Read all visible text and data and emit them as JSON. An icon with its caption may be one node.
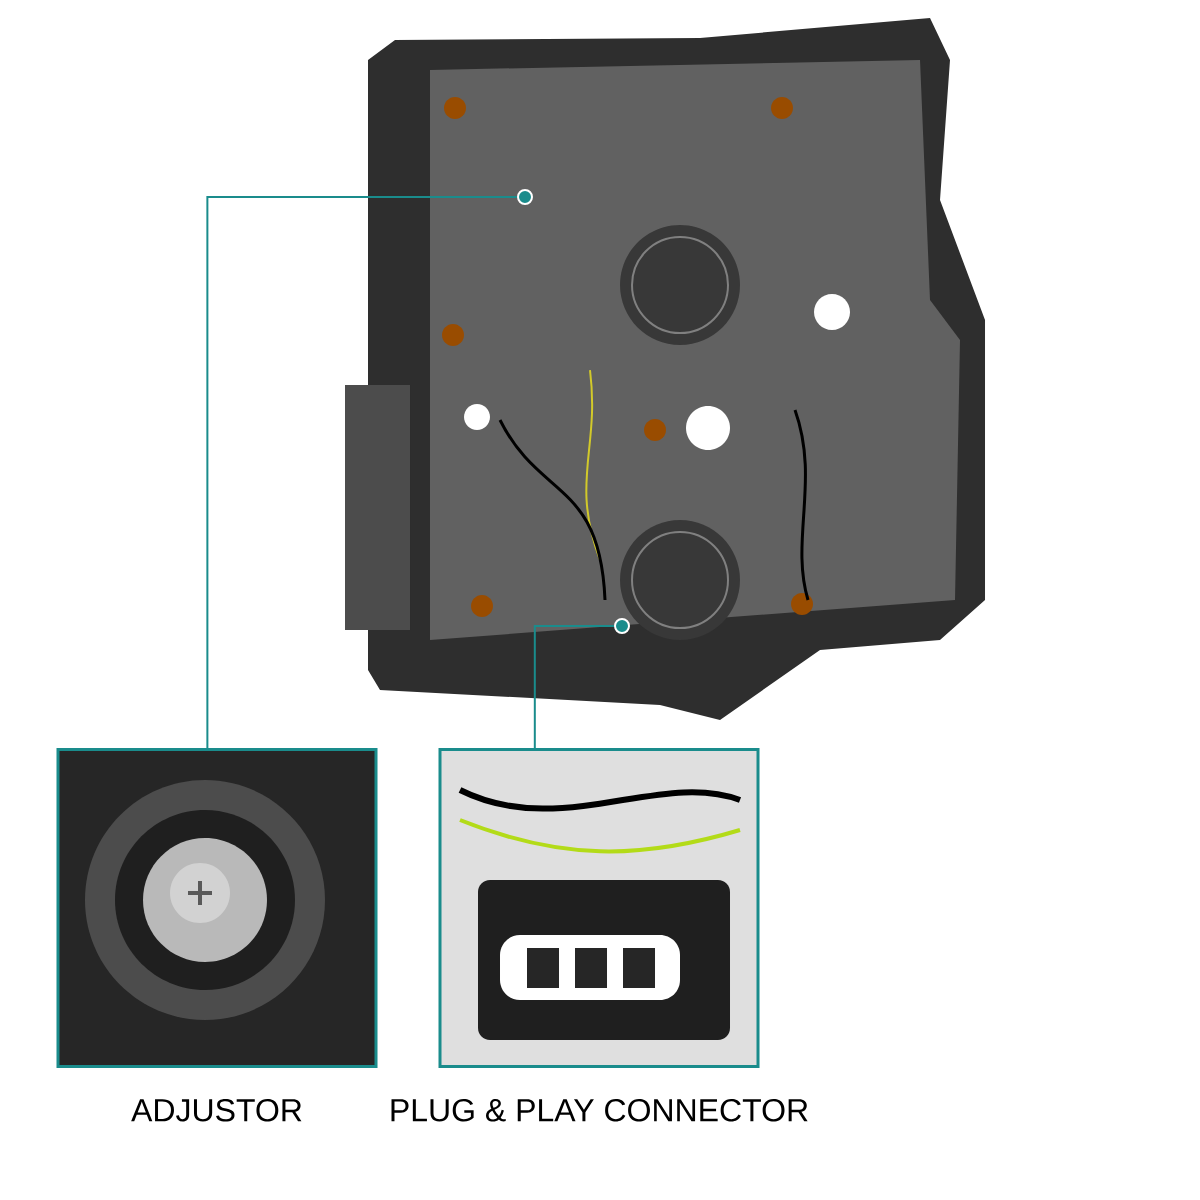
{
  "diagram": {
    "nodes": [
      {
        "text": [],
        "shape": "picture"
      },
      {
        "text": [],
        "shape": "circle",
        "in": 0
      },
      {
        "text": [],
        "shape": "circle",
        "in": 0
      },
      {
        "text": [
          "ADJUSTOR"
        ]
      },
      {
        "text": [
          "PLUG & PLAY CONNECTOR"
        ]
      }
    ],
    "edges": [
      {
        "from": 3,
        "to": 1,
        "arrow": "none"
      },
      {
        "from": 4,
        "to": 2,
        "arrow": "none"
      }
    ]
  }
}
